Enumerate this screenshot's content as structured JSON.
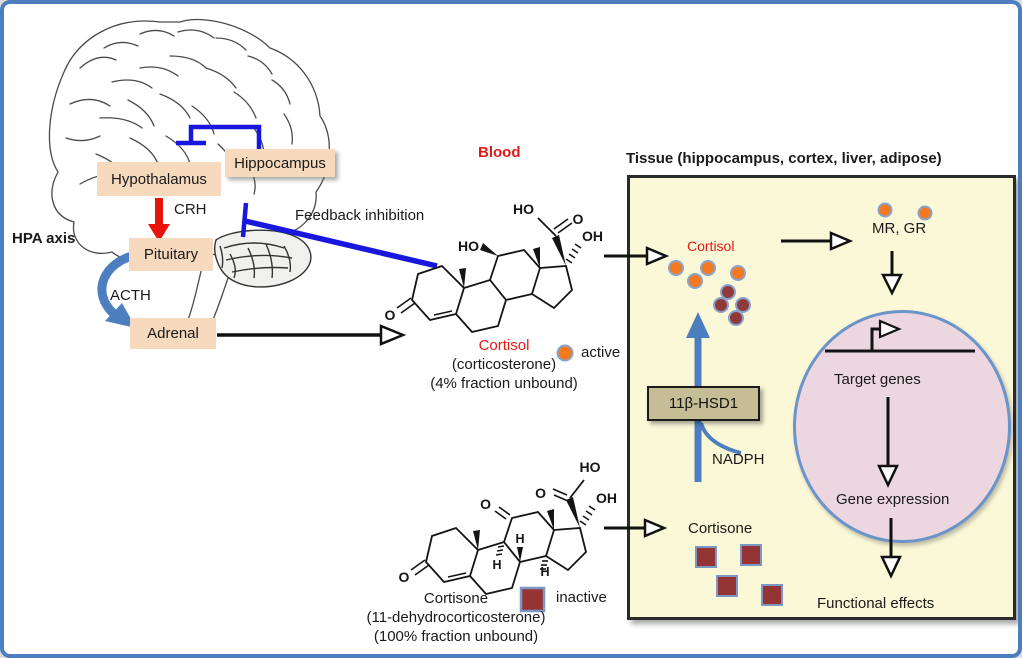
{
  "hpa": {
    "label": "HPA axis",
    "hypothalamus": "Hypothalamus",
    "hippocampus": "Hippocampus",
    "pituitary": "Pituitary",
    "adrenal": "Adrenal",
    "crh": "CRH",
    "acth": "ACTH",
    "feedback": "Feedback inhibition"
  },
  "blood": {
    "title": "Blood",
    "cortisol": {
      "name": "Cortisol",
      "synonym": "(corticosterone)",
      "unbound": "(4% fraction unbound)"
    },
    "active_legend": "active",
    "cortisone": {
      "name": "Cortisone",
      "synonym": "(11-dehydrocorticosterone)",
      "unbound": "(100% fraction unbound)"
    },
    "inactive_legend": "inactive",
    "atoms": {
      "o": "O",
      "ho": "HO",
      "oh": "OH",
      "h": "H"
    }
  },
  "tissue": {
    "title": "Tissue (hippocampus, cortex, liver, adipose)",
    "cortisol_label": "Cortisol",
    "cortisone_label": "Cortisone",
    "enzyme": "11β-HSD1",
    "cofactor": "NADPH",
    "receptors": "MR, GR",
    "target_genes": "Target genes",
    "gene_expression": "Gene expression",
    "functional_effects": "Functional effects"
  },
  "colors": {
    "frame_blue": "#4d7ebf",
    "inhibition_blue": "#1717dd",
    "steel_blue_arrow": "#4d7ebf",
    "red_accent": "#e31b17",
    "node_peach": "#f7d9bd",
    "tissue_yellow": "#fbf8d8",
    "enzyme_khaki": "#c5bd95",
    "nucleus_pink": "#ecd7e1",
    "active_orange": "#f57920",
    "inactive_maroon": "#943434",
    "dot_ring_blue": "#8aa2cc"
  }
}
